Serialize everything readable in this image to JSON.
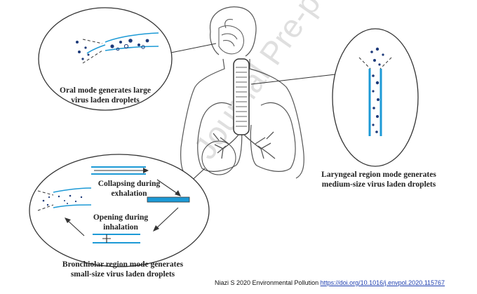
{
  "watermark": "Journal Pre-p",
  "labels": {
    "oral": [
      "Oral mode generates large",
      "virus laden droplets"
    ],
    "laryngeal": [
      "Laryngeal  region mode generates",
      "medium-size virus laden droplets"
    ],
    "bronchiolar": [
      "Bronchiolar region mode generates",
      "small-size virus laden droplets"
    ],
    "collapsing": [
      "Collapsing during",
      "exhalation"
    ],
    "opening": [
      "Opening during",
      "inhalation"
    ]
  },
  "citation": {
    "text": "Niazi S 2020 Environmental Pollution ",
    "link": "https://doi.org/10.1016/j.envpol.2020.115767"
  },
  "colors": {
    "airway_blue": "#1d9ad6",
    "line": "#333333",
    "watermark": "#cfcfcf"
  }
}
